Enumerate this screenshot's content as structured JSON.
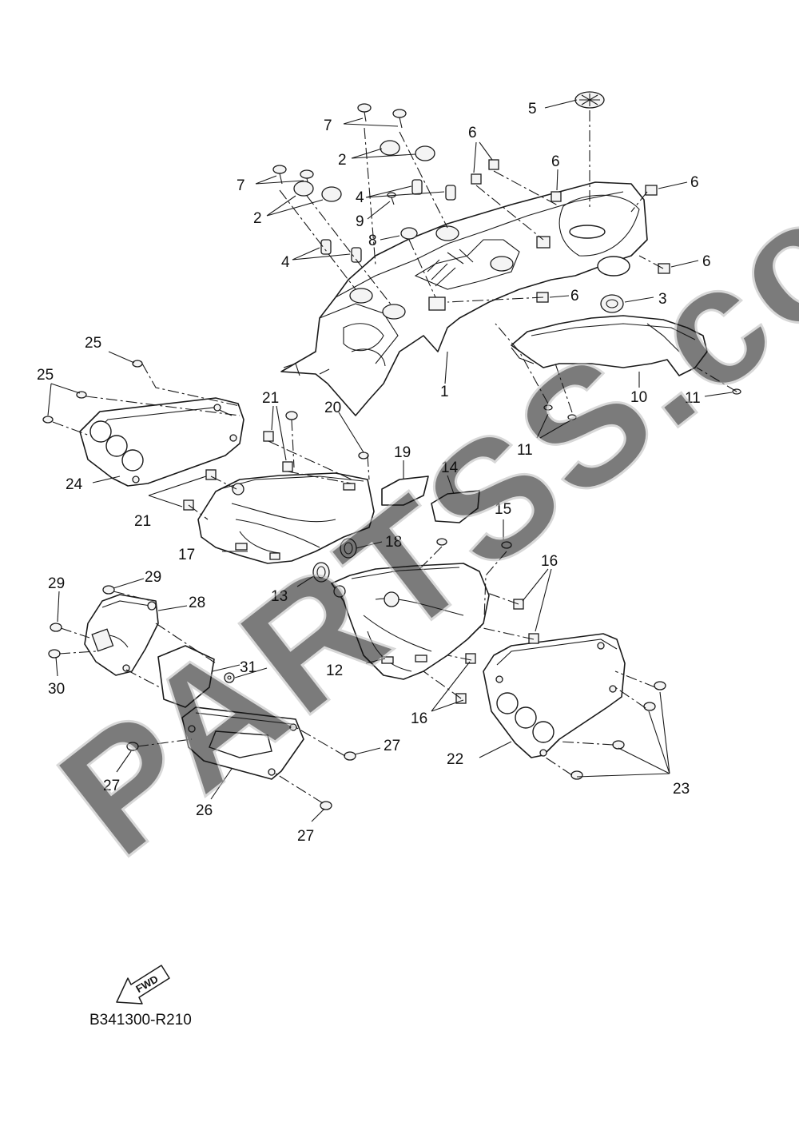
{
  "diagram": {
    "code": "B341300-R210",
    "fwd_label": "FWD",
    "watermark": "PARTSS.com",
    "callouts": [
      {
        "id": "c1",
        "text": "1"
      },
      {
        "id": "c2a",
        "text": "2"
      },
      {
        "id": "c2b",
        "text": "2"
      },
      {
        "id": "c3",
        "text": "3"
      },
      {
        "id": "c4a",
        "text": "4"
      },
      {
        "id": "c4b",
        "text": "4"
      },
      {
        "id": "c5",
        "text": "5"
      },
      {
        "id": "c6a",
        "text": "6"
      },
      {
        "id": "c6b",
        "text": "6"
      },
      {
        "id": "c6c",
        "text": "6"
      },
      {
        "id": "c6d",
        "text": "6"
      },
      {
        "id": "c6e",
        "text": "6"
      },
      {
        "id": "c7a",
        "text": "7"
      },
      {
        "id": "c7b",
        "text": "7"
      },
      {
        "id": "c8",
        "text": "8"
      },
      {
        "id": "c9",
        "text": "9"
      },
      {
        "id": "c10",
        "text": "10"
      },
      {
        "id": "c11a",
        "text": "11"
      },
      {
        "id": "c11b",
        "text": "11"
      },
      {
        "id": "c12",
        "text": "12"
      },
      {
        "id": "c13",
        "text": "13"
      },
      {
        "id": "c14",
        "text": "14"
      },
      {
        "id": "c15",
        "text": "15"
      },
      {
        "id": "c16a",
        "text": "16"
      },
      {
        "id": "c16b",
        "text": "16"
      },
      {
        "id": "c17",
        "text": "17"
      },
      {
        "id": "c18",
        "text": "18"
      },
      {
        "id": "c19",
        "text": "19"
      },
      {
        "id": "c20",
        "text": "20"
      },
      {
        "id": "c21a",
        "text": "21"
      },
      {
        "id": "c21b",
        "text": "21"
      },
      {
        "id": "c22",
        "text": "22"
      },
      {
        "id": "c23",
        "text": "23"
      },
      {
        "id": "c24",
        "text": "24"
      },
      {
        "id": "c25a",
        "text": "25"
      },
      {
        "id": "c25b",
        "text": "25"
      },
      {
        "id": "c26",
        "text": "26"
      },
      {
        "id": "c27a",
        "text": "27"
      },
      {
        "id": "c27b",
        "text": "27"
      },
      {
        "id": "c27c",
        "text": "27"
      },
      {
        "id": "c28",
        "text": "28"
      },
      {
        "id": "c29a",
        "text": "29"
      },
      {
        "id": "c29b",
        "text": "29"
      },
      {
        "id": "c30",
        "text": "30"
      },
      {
        "id": "c31",
        "text": "31"
      }
    ]
  }
}
